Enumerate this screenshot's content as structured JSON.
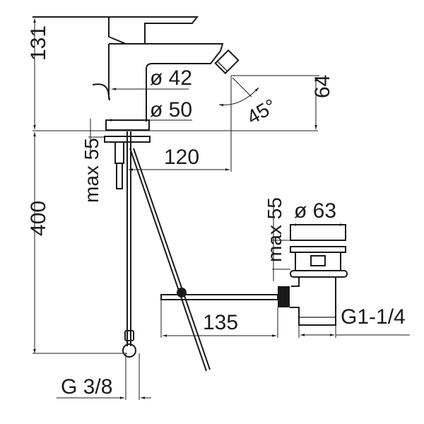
{
  "diagram": {
    "dimensions": {
      "height_top": "131",
      "height_bottom": "400",
      "max_55_left": "max 55",
      "dia_42": "ø 42",
      "dia_50": "ø 50",
      "angle": "45°",
      "height_64": "64",
      "reach_120": "120",
      "thread_g38": "G 3/8",
      "dia_63": "ø 63",
      "max_55_right": "max 55",
      "length_135": "135",
      "thread_g114": "G1-1/4"
    }
  }
}
